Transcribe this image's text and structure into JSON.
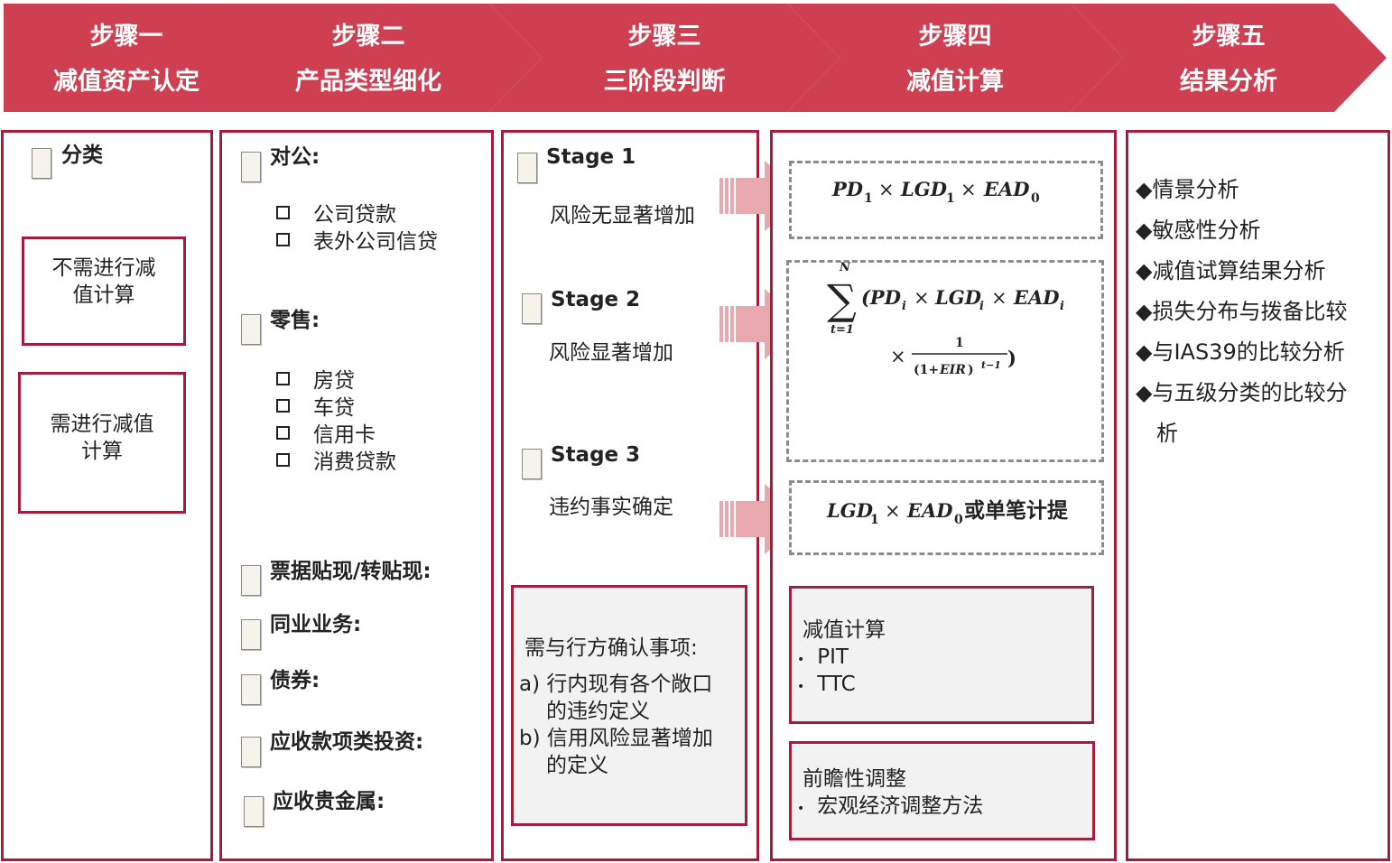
{
  "steps": [
    {
      "title": "步骤一",
      "subtitle": "减值资产认定"
    },
    {
      "title": "步骤二",
      "subtitle": "产品类型细化"
    },
    {
      "title": "步骤三",
      "subtitle": "三阶段判断"
    },
    {
      "title": "步骤四",
      "subtitle": "减值计算"
    },
    {
      "title": "步骤五",
      "subtitle": "结果分析"
    }
  ],
  "col1": {
    "heading": "分类",
    "box_no_calc": [
      "不需进行减",
      "值计算"
    ],
    "box_calc": [
      "需进行减值",
      "计算"
    ]
  },
  "col2": {
    "corporate_label": "对公:",
    "corporate_items": [
      "公司贷款",
      "表外公司信贷"
    ],
    "retail_label": "零售:",
    "retail_items": [
      "房贷",
      "车贷",
      "信用卡",
      "消费贷款"
    ],
    "bill_label": "票据贴现/转贴现:",
    "interbank_label": "同业业务:",
    "bond_label": "债券:",
    "receivable_label": "应收款项类投资:",
    "metal_label": "应收贵金属:"
  },
  "col3": {
    "stage1": "Stage 1",
    "stage1_desc": "风险无显著增加",
    "stage2": "Stage 2",
    "stage2_desc": "风险显著增加",
    "stage3": "Stage 3",
    "stage3_desc": "违约事实确定",
    "confirm_title": "需与行方确认事项:",
    "confirm_items": [
      {
        "marker": "a)",
        "lines": [
          "行内现有各个敞口",
          "的违约定义"
        ]
      },
      {
        "marker": "b)",
        "lines": [
          "信用风险显著增加",
          "的定义"
        ]
      }
    ]
  },
  "col4": {
    "formula3_suffix": "或单笔计提",
    "calc_title": "减值计算",
    "calc_items": [
      "PIT",
      "TTC"
    ],
    "forward_title": "前瞻性调整",
    "forward_items": [
      "宏观经济调整方法"
    ]
  },
  "col5": {
    "items": [
      "◆情景分析",
      "◆敏感性分析",
      "◆减值试算结果分析",
      "◆损失分布与拨备比较",
      "◆与IAS39的比较分析",
      "◆与五级分类的比较分",
      "析"
    ]
  },
  "colors": {
    "header_red": "#cf3f52",
    "frame_red": "#a51d3a",
    "arrow_pink": "#e8a8ae",
    "dash_grey": "#8c8c8c"
  }
}
